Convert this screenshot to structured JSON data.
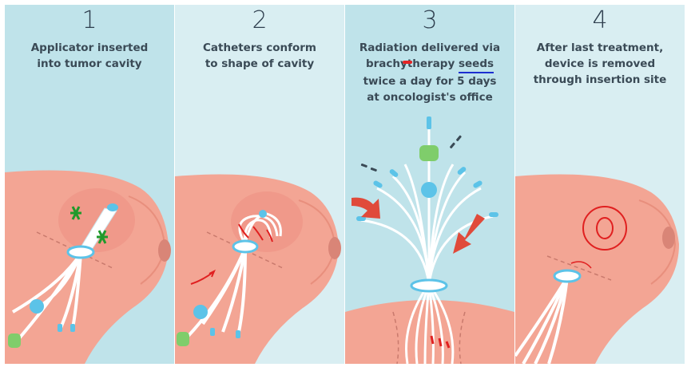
{
  "steps": [
    {
      "number": "1",
      "caption_lines": [
        "Applicator inserted",
        "into tumor cavity"
      ]
    },
    {
      "number": "2",
      "caption_lines": [
        "Catheters conform",
        "to shape of cavity"
      ]
    },
    {
      "number": "3",
      "caption_lines": [
        "Radiation delivered via",
        "brachytherapy",
        "seeds",
        "twice a day for 5 days",
        "at oncologist's office"
      ]
    },
    {
      "number": "4",
      "caption_lines": [
        "After last treatment,",
        "device is removed",
        "through insertion site"
      ]
    }
  ],
  "colors": {
    "panel_bg_teal": "#bfe3ea",
    "panel_bg_light": "#d9eef2",
    "skin": "#f3a594",
    "skin_dark": "#e88f7d",
    "catheter": "#ffffff",
    "cap_blue": "#5cc3e8",
    "bulb_green": "#7fcd6b",
    "annotation_red": "#e02020",
    "annotation_green": "#1f9a2b",
    "annotation_blue": "#1c2fd0"
  },
  "icons": {
    "arrow": "red-arrow-icon",
    "star": "green-star-annotation",
    "circle": "red-circle-annotation"
  }
}
